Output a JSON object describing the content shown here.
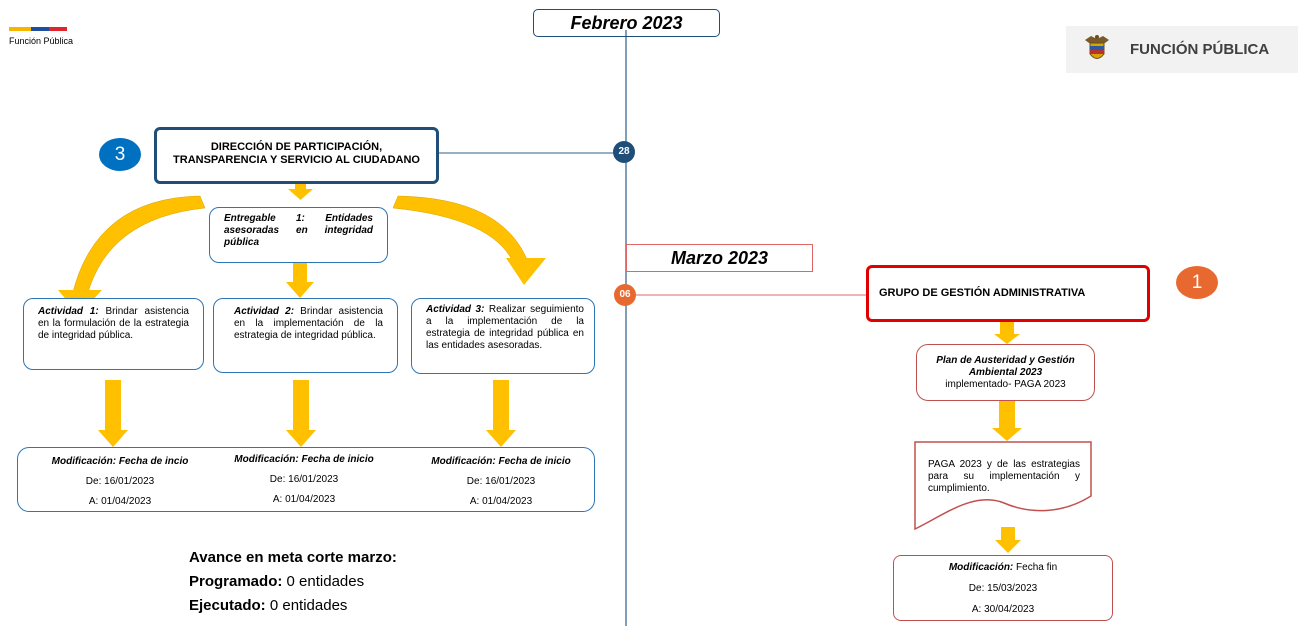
{
  "header": {
    "logo_caption": "Función Pública",
    "brand_name": "FUNCIÓN PÚBLICA"
  },
  "timeline": {
    "month_feb": "Febrero 2023",
    "month_mar": "Marzo 2023",
    "day_feb": "28",
    "day_mar": "06"
  },
  "left_flow": {
    "badge": "3",
    "title_line1": "DIRECCIÓN DE PARTICIPACIÓN,",
    "title_line2": "TRANSPARENCIA Y SERVICIO AL CIUDADANO",
    "deliverable_label": "Entregable 1: Entidades asesoradas en integridad pública",
    "activities": [
      {
        "label": "Actividad 1:",
        "text": " Brindar asistencia en la formulación de la estrategia de integridad pública."
      },
      {
        "label": "Actividad 2:",
        "text": " Brindar asistencia en la implementación de la estrategia de integridad pública."
      },
      {
        "label": "Actividad 3:",
        "text": " Realizar seguimiento a la implementación de la estrategia de integridad pública en las entidades asesoradas."
      }
    ],
    "modifications": [
      {
        "heading": "Modificación: Fecha de incio",
        "from": "De: 16/01/2023",
        "to": "A: 01/04/2023"
      },
      {
        "heading": "Modificación: Fecha de inicio",
        "from": "De: 16/01/2023",
        "to": "A: 01/04/2023"
      },
      {
        "heading": "Modificación: Fecha de inicio",
        "from": "De: 16/01/2023",
        "to": "A: 01/04/2023"
      }
    ],
    "summary": {
      "title": "Avance en meta corte marzo:",
      "programmed_label": "Programado:",
      "programmed_value": " 0 entidades",
      "executed_label": "Ejecutado:",
      "executed_value": " 0 entidades"
    }
  },
  "right_flow": {
    "badge": "1",
    "title": "GRUPO DE GESTIÓN ADMINISTRATIVA",
    "plan_bold": "Plan de Austeridad y Gestión Ambiental 2023",
    "plan_rest": "implementado- PAGA 2023",
    "doc_text": "PAGA 2023 y de las estrategias para su implementación y cumplimiento.",
    "mod_label": "Modificación:",
    "mod_rest": " Fecha fin",
    "mod_from": "De: 15/03/2023",
    "mod_to": "A: 30/04/2023"
  },
  "colors": {
    "blue": "#2e75b6",
    "dark_blue": "#1f4e79",
    "red": "#e00000",
    "orange": "#e8692f",
    "arrow": "#ffc000",
    "line_blue": "#2e5f8a",
    "line_red": "#e06666"
  }
}
